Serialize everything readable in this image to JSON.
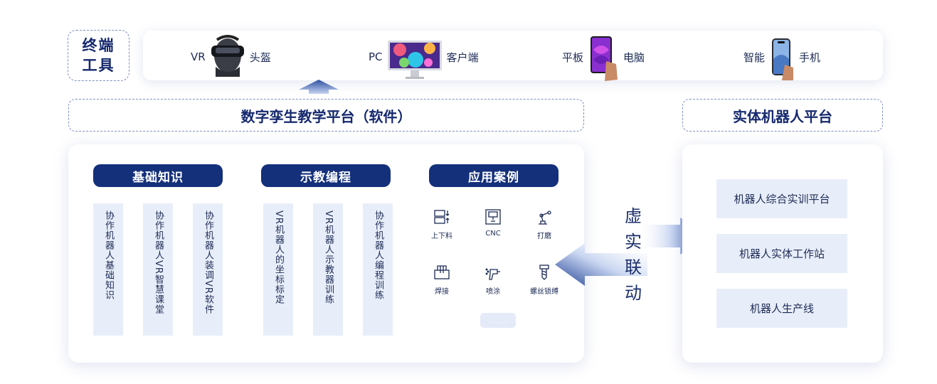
{
  "terminal": {
    "label_line1": "终端",
    "label_line2": "工具",
    "devices": [
      {
        "left": "VR",
        "right": "头盔",
        "icon": "vr-headset-icon"
      },
      {
        "left": "PC",
        "right": "客户端",
        "icon": "monitor-icon"
      },
      {
        "left": "平板",
        "right": "电脑",
        "icon": "tablet-icon"
      },
      {
        "left": "智能",
        "right": "手机",
        "icon": "smartphone-icon"
      }
    ]
  },
  "platform": {
    "title": "数字孪生教学平台（软件）",
    "sections": [
      {
        "title": "基础知识",
        "items": [
          "协作机器人基础知识",
          "协作机器人VR智慧课堂",
          "协作机器人装调VR软件"
        ]
      },
      {
        "title": "示教编程",
        "items": [
          "VR机器人的坐标标定",
          "VR机器人示教器训练",
          "协作机器人编程训练"
        ]
      },
      {
        "title": "应用案例",
        "cases": [
          "上下料",
          "CNC",
          "打磨",
          "焊接",
          "喷涂",
          "螺丝锁缚"
        ],
        "more": "......"
      }
    ]
  },
  "link": {
    "chars": [
      "虚",
      "实",
      "联",
      "动"
    ]
  },
  "robot_platform": {
    "title": "实体机器人平台",
    "items": [
      "机器人综合实训平台",
      "机器人实体工作站",
      "机器人生产线"
    ]
  },
  "colors": {
    "primary": "#14307a",
    "light_fill": "#e8eef9",
    "dashed_border": "#7e8fc4"
  }
}
